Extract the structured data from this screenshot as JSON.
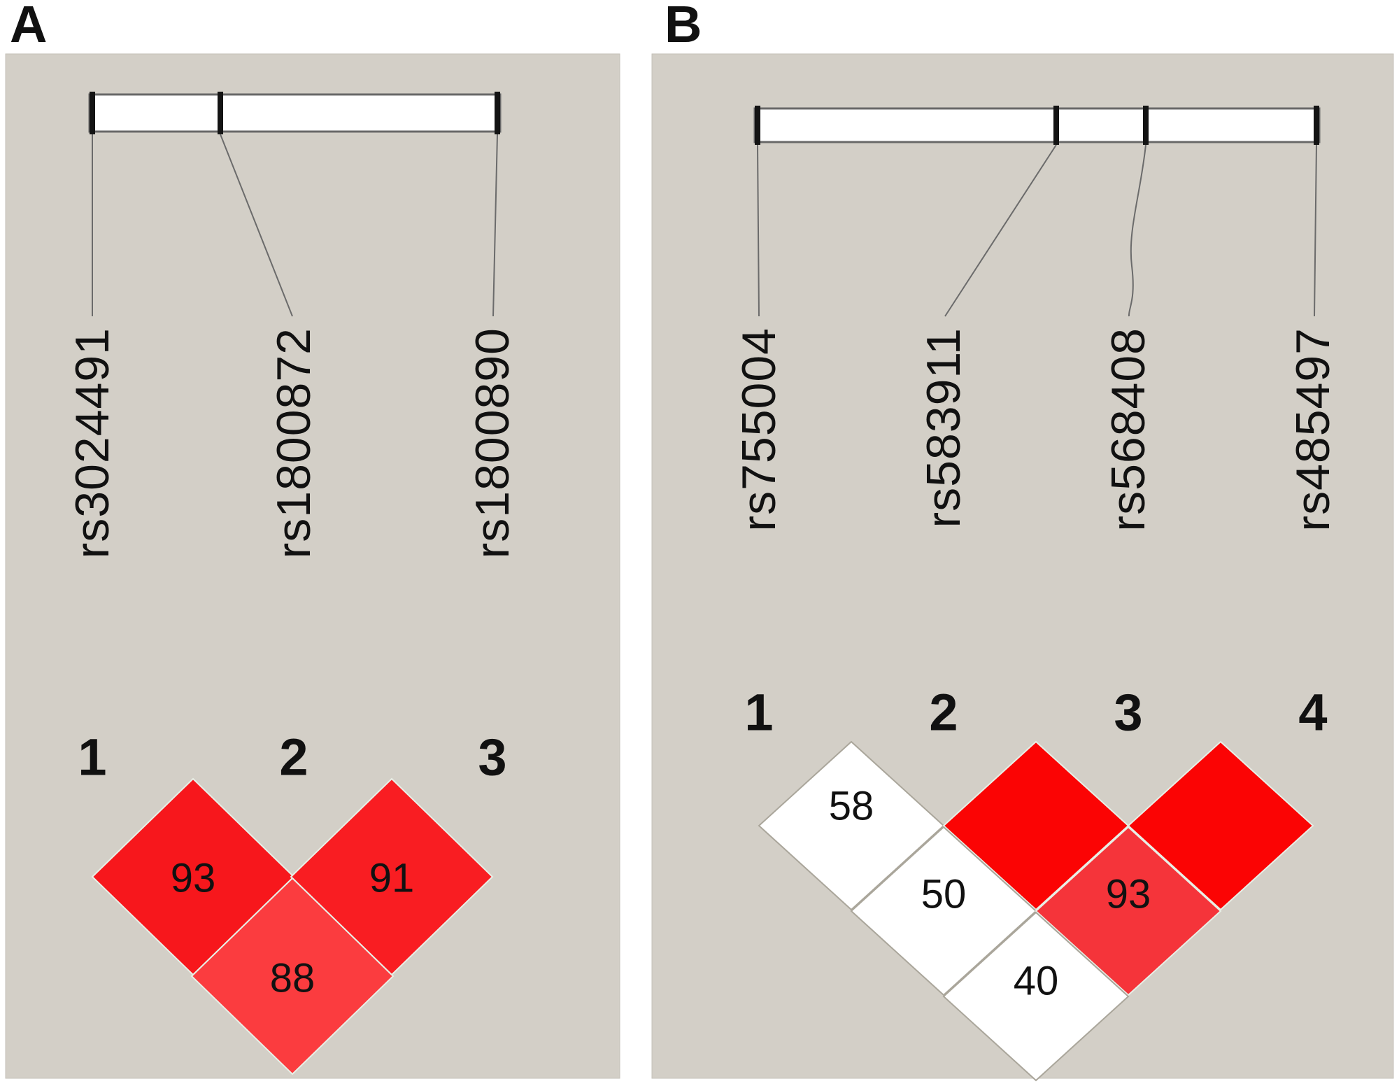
{
  "figure": {
    "colors": {
      "page_bg": "#ffffff",
      "panel_bg": "#d3cfc7",
      "panel_border": "#c6c2ba",
      "bar_fill": "#ffffff",
      "bar_border": "#686868",
      "tick": "#141414",
      "line": "#6b6b6b",
      "text": "#111111",
      "muted_value": "#838383",
      "red_full": "#fb0404",
      "red_93a": "#f7171c",
      "red_91": "#f91d22",
      "red_88": "#fb3c3f",
      "red_93b": "#f5343a",
      "white_diamond": "#ffffff",
      "white_diamond_border": "#aaa69b",
      "red_diamond_border": "#e8efe6"
    },
    "panels": [
      {
        "label": "A",
        "snp_indices": [
          "1",
          "2",
          "3"
        ],
        "snps": [
          "rs3024491",
          "rs1800872",
          "rs1800890"
        ],
        "values": {
          "d12": "93",
          "d23": "91",
          "d13": "88"
        }
      },
      {
        "label": "B",
        "snp_indices": [
          "1",
          "2",
          "3",
          "4"
        ],
        "snps": [
          "rs755004",
          "rs583911",
          "rs568408",
          "rs485497"
        ],
        "values": {
          "d12": "58",
          "d13": "50",
          "d24": "93",
          "d14": "40"
        }
      }
    ]
  },
  "chart_data": [
    {
      "type": "heatmap",
      "panel": "A",
      "categories": [
        "rs3024491",
        "rs1800872",
        "rs1800890"
      ],
      "pairs": [
        {
          "snp_a": "rs3024491",
          "snp_b": "rs1800872",
          "label": "93",
          "value": 93,
          "color": "#f7171c"
        },
        {
          "snp_a": "rs1800872",
          "snp_b": "rs1800890",
          "label": "91",
          "value": 91,
          "color": "#f91d22"
        },
        {
          "snp_a": "rs3024491",
          "snp_b": "rs1800890",
          "label": "88",
          "value": 88,
          "color": "#fb3c3f"
        }
      ]
    },
    {
      "type": "heatmap",
      "panel": "B",
      "categories": [
        "rs755004",
        "rs583911",
        "rs568408",
        "rs485497"
      ],
      "pairs": [
        {
          "snp_a": "rs755004",
          "snp_b": "rs583911",
          "label": "58",
          "value": 58,
          "color": "#ffffff"
        },
        {
          "snp_a": "rs583911",
          "snp_b": "rs568408",
          "label": "",
          "value": null,
          "color": "#fb0404"
        },
        {
          "snp_a": "rs568408",
          "snp_b": "rs485497",
          "label": "",
          "value": null,
          "color": "#fb0404"
        },
        {
          "snp_a": "rs755004",
          "snp_b": "rs568408",
          "label": "50",
          "value": 50,
          "color": "#ffffff"
        },
        {
          "snp_a": "rs583911",
          "snp_b": "rs485497",
          "label": "93",
          "value": 93,
          "color": "#f5343a"
        },
        {
          "snp_a": "rs755004",
          "snp_b": "rs485497",
          "label": "40",
          "value": 40,
          "color": "#ffffff"
        }
      ]
    }
  ]
}
